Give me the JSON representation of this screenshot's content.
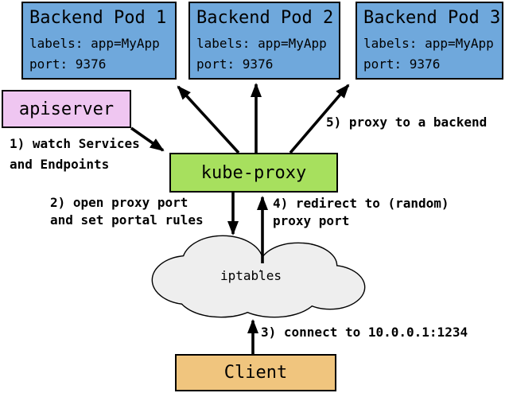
{
  "colors": {
    "background": "#FFFFFF",
    "pod_fill": "#6FA8DC",
    "apiserver_fill": "#EFC6F1",
    "kube_proxy_fill": "#A7E05E",
    "client_fill": "#F0C57E",
    "cloud_fill": "#EEEEEE",
    "stroke": "#000000"
  },
  "pods": [
    {
      "title": "Backend Pod 1",
      "labels": "labels: app=MyApp",
      "port": "port: 9376"
    },
    {
      "title": "Backend Pod 2",
      "labels": "labels: app=MyApp",
      "port": "port: 9376"
    },
    {
      "title": "Backend Pod 3",
      "labels": "labels: app=MyApp",
      "port": "port: 9376"
    }
  ],
  "apiserver": {
    "label": "apiserver"
  },
  "kube_proxy": {
    "label": "kube-proxy"
  },
  "iptables": {
    "label": "iptables"
  },
  "client": {
    "label": "Client"
  },
  "steps": {
    "step1_line1": "1) watch Services",
    "step1_line2": "and Endpoints",
    "step2_line1": "2) open proxy port",
    "step2_line2": "and set portal rules",
    "step3": "3) connect to 10.0.0.1:1234",
    "step4_line1": "4) redirect to (random)",
    "step4_line2": "proxy port",
    "step5": "5) proxy to a backend"
  }
}
